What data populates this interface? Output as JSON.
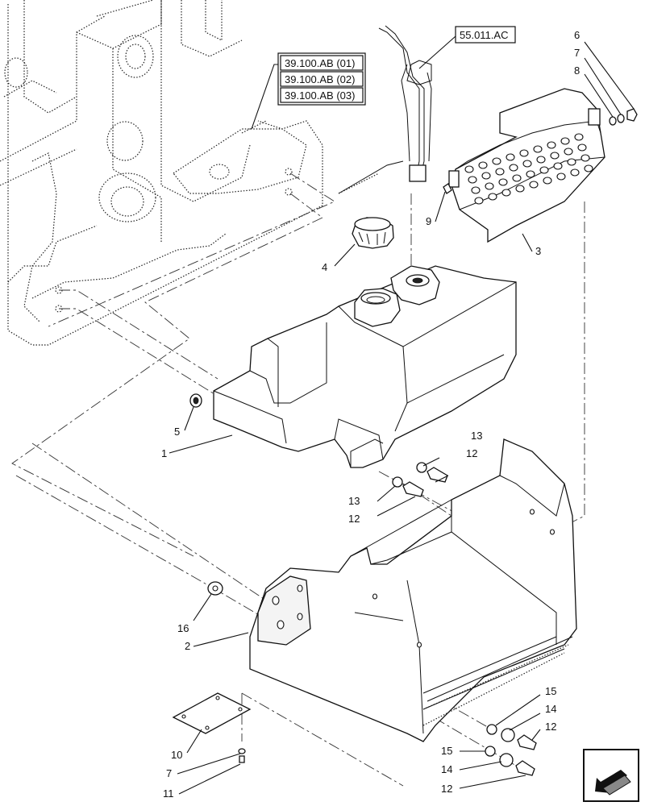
{
  "reference_boxes": [
    {
      "label": "55.011.AC"
    },
    {
      "label": "39.100.AB (01)"
    },
    {
      "label": "39.100.AB (02)"
    },
    {
      "label": "39.100.AB (03)"
    }
  ],
  "callouts": {
    "c1": "1",
    "c2": "2",
    "c3": "3",
    "c4": "4",
    "c5": "5",
    "c6": "6",
    "c7a": "7",
    "c7b": "7",
    "c8": "8",
    "c9": "9",
    "c10": "10",
    "c11": "11",
    "c12a": "12",
    "c12b": "12",
    "c12c": "12",
    "c12d": "12",
    "c13a": "13",
    "c13b": "13",
    "c14a": "14",
    "c14b": "14",
    "c15a": "15",
    "c15b": "15",
    "c16": "16"
  },
  "icons": {
    "nav": "page-navigation-arrow-icon"
  }
}
